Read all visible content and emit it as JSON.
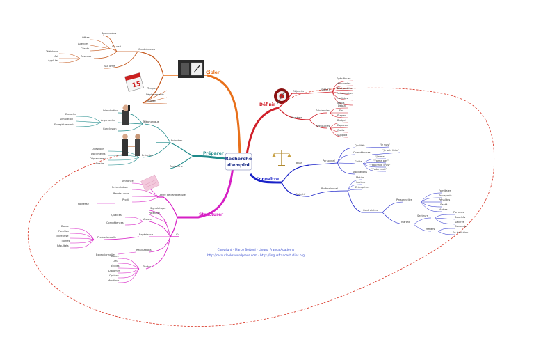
{
  "central": {
    "line1": "Recherche",
    "line2": "d'emploi"
  },
  "branches": {
    "cibler": {
      "label": "Cibler",
      "color": "#e8701a",
      "items": [
        "Spontanées",
        "Offres",
        "Agences",
        "Clients",
        "Cv visé",
        "Candidatures",
        "Téléphone",
        "Mail",
        "Appli tel",
        "Réseaux",
        "Sur offre",
        "Temps",
        "Déplacements",
        "Budget"
      ]
    },
    "definir": {
      "label": "Définir",
      "color": "#d0202a",
      "items": [
        "Objectifs",
        "SMART",
        "Spécifiques",
        "Mesurables",
        "Atteignables",
        "Raisonnables",
        "Réalistes",
        "Temps",
        "Stratégie",
        "Échéancier",
        "Début",
        "Fin",
        "Étapes",
        "Ressources",
        "Budget",
        "Espaces",
        "Outils",
        "Support"
      ]
    },
    "preparer": {
      "label": "Préparer",
      "color": "#1e8a8a",
      "items": [
        "Introduction",
        "Arguments",
        "Conclusion",
        "Téléphonique",
        "Ebauche",
        "Simulation",
        "Enregistrement",
        "Entretien",
        "Questions",
        "Documents",
        "Déplacement",
        "Horaire",
        "Entretien",
        "Recherche"
      ]
    },
    "structurer": {
      "label": "Structurer",
      "color": "#d61fc4",
      "items": [
        "Annonce",
        "Présentation",
        "Rendez-vous",
        "Profil",
        "Politesse",
        "Lettre de candidature",
        "Signalétique",
        "Potentiel",
        "Qualités",
        "Compétences",
        "Atouts",
        "Dates",
        "Fonction",
        "Entreprise",
        "Tâches",
        "Résultats",
        "Professionnelle",
        "Expérience",
        "CV",
        "Exceptionnelles",
        "Réalisations",
        "Dates",
        "Lieu",
        "Écoles",
        "Diplômes",
        "Options",
        "Mentions",
        "Études"
      ]
    },
    "connaitre": {
      "label": "Connaître",
      "color": "#1a22c8",
      "items": [
        "Qualités",
        "\"Je suis\"",
        "Compétences",
        "\"Je sais faire\"",
        "Goûts",
        "\"J'aime\"",
        "\"J'aime pas\"",
        "\"J'apprécie chez\"",
        "\"J'adorerais\"",
        "Aspirations",
        "Personnel",
        "Bilan",
        "Métier",
        "Secteur",
        "Entreprises",
        "Professionnel",
        "Objectif",
        "Contraintes",
        "Personnelles",
        "Familiales",
        "Transports",
        "Pénalités",
        "Santé",
        "Autres",
        "Marché",
        "Secteurs",
        "Porteurs",
        "Bouchés",
        "Saturés",
        "Métiers",
        "Demande",
        "En évolution"
      ]
    }
  },
  "copyright": {
    "line1": "Copyright - Marco Bettoni - Lingua Franca Academy",
    "line2": "http://mcoutlooks.wordpress.com - http://linguafrancastudios.org"
  },
  "calendar_day": "15"
}
